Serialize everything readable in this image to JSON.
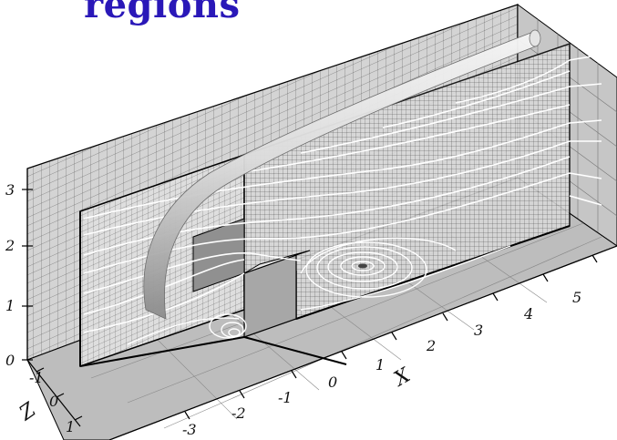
{
  "title": "regions",
  "axes": {
    "x": {
      "label": "X",
      "ticks": [
        "-3",
        "-2",
        "-1",
        "0",
        "1",
        "2",
        "3",
        "4",
        "5"
      ]
    },
    "y": {
      "ticks": [
        "0",
        "1",
        "2",
        "3"
      ]
    },
    "z": {
      "label": "Z",
      "ticks": [
        "-1",
        "0",
        "1"
      ]
    }
  },
  "colors": {
    "title": "#2a18b8",
    "back_wall": "#cfcfcf",
    "floor": "#b9b9b9",
    "side_wall": "#c4c4c4",
    "streamline": "#ffffff",
    "grid": "#3a3a3a",
    "frame": "#000000"
  },
  "icons": [
    "streamline-vortex",
    "vortex-tube"
  ]
}
